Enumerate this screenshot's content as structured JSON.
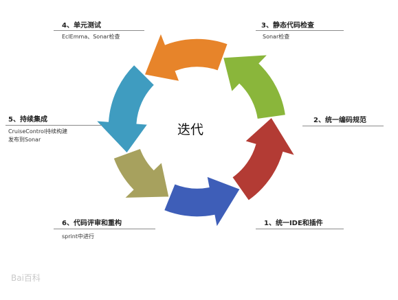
{
  "center_label": "迭代",
  "steps": [
    {
      "title": "1、统一IDE和插件",
      "color": "#3e5eb8"
    },
    {
      "title": "2、统一编码规范",
      "color": "#b33b34"
    },
    {
      "title": "3、静态代码检查",
      "sub": "Sonar检查",
      "color": "#8ab63b"
    },
    {
      "title": "4、单元测试",
      "sub": "EclEmma、Sonar检查",
      "color": "#e7842a"
    },
    {
      "title": "5、持续集成",
      "sub1": "CruiseControl持续构建",
      "sub2": "发布到Sonar",
      "color": "#3f9cc0"
    },
    {
      "title": "6、代码评审和重构",
      "sub": "sprint中进行",
      "color": "#a7a15e"
    }
  ],
  "watermark": "Bai百科"
}
